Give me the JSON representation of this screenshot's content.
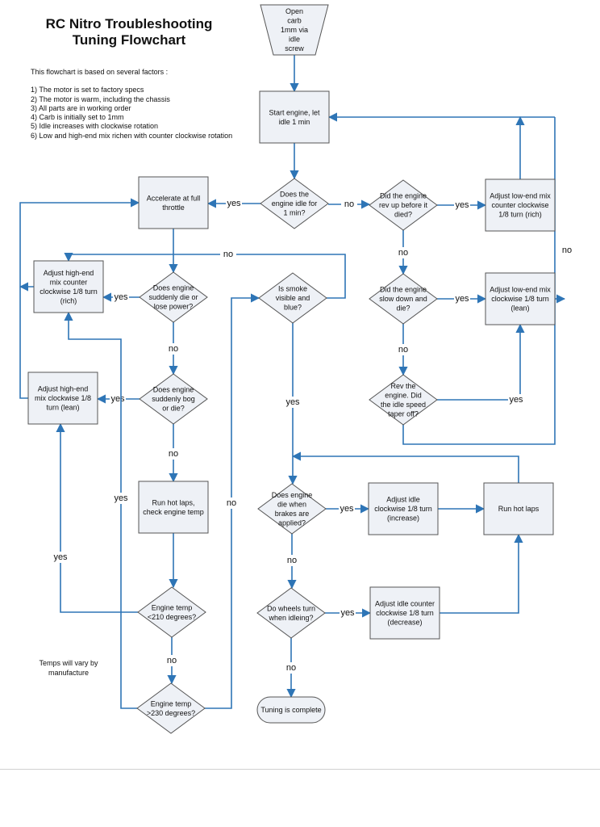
{
  "title": "RC Nitro Troubleshooting Tuning Flowchart",
  "title_lines": [
    "RC Nitro Troubleshooting",
    "Tuning Flowchart"
  ],
  "intro": {
    "lead": "This flowchart is based on several factors :",
    "factors": [
      "1) The motor is set to factory specs",
      "2) The motor is warm, including the chassis",
      "3) All parts are in working order",
      "4) Carb is initially set to 1mm",
      "5) Idle increases with clockwise rotation",
      "6) Low and high-end mix richen with counter clockwise rotation"
    ]
  },
  "note": "Temps will vary by manufacture",
  "colors": {
    "connector": "#2e75b6",
    "node_fill": "#eef1f6",
    "node_border": "#555555"
  },
  "nodes": [
    {
      "id": "open_carb",
      "type": "manual-operation",
      "lines": [
        "Open",
        "carb",
        "1mm via",
        "idle",
        "screw"
      ]
    },
    {
      "id": "start_engine",
      "type": "process",
      "lines": [
        "Start engine, let",
        "idle 1 min"
      ]
    },
    {
      "id": "idle_1min",
      "type": "decision",
      "lines": [
        "Does the",
        "engine idle for",
        "1 min?"
      ]
    },
    {
      "id": "accelerate",
      "type": "process",
      "lines": [
        "Accelerate at full",
        "throttle"
      ]
    },
    {
      "id": "rev_up",
      "type": "decision",
      "lines": [
        "Did the engine",
        "rev up before it",
        "died?"
      ]
    },
    {
      "id": "low_rich",
      "type": "process",
      "lines": [
        "Adjust low-end mix",
        "counter clockwise",
        "1/8 turn (rich)"
      ]
    },
    {
      "id": "slow_die",
      "type": "decision",
      "lines": [
        "Did the engine",
        "slow down and",
        "die?"
      ]
    },
    {
      "id": "low_lean",
      "type": "process",
      "lines": [
        "Adjust low-end mix",
        "clockwise 1/8 turn",
        "(lean)"
      ]
    },
    {
      "id": "rev_taper",
      "type": "decision",
      "lines": [
        "Rev the",
        "engine.  Did",
        "the idle speed",
        "taper off?"
      ]
    },
    {
      "id": "high_rich",
      "type": "process",
      "lines": [
        "Adjust high-end",
        "mix counter",
        "clockwise 1/8 turn",
        "(rich)"
      ]
    },
    {
      "id": "die_power",
      "type": "decision",
      "lines": [
        "Does engine",
        "suddenly die or",
        "lose power?"
      ]
    },
    {
      "id": "smoke",
      "type": "decision",
      "lines": [
        "Is smoke",
        "visible and",
        "blue?"
      ]
    },
    {
      "id": "high_lean",
      "type": "process",
      "lines": [
        "Adjust high-end",
        "mix clockwise 1/8",
        "turn (lean)"
      ]
    },
    {
      "id": "bog",
      "type": "decision",
      "lines": [
        "Does engine",
        "suddenly bog",
        "or die?"
      ]
    },
    {
      "id": "hot_laps_temp",
      "type": "process",
      "lines": [
        "Run hot laps,",
        "check engine temp"
      ]
    },
    {
      "id": "temp_210",
      "type": "decision",
      "lines": [
        "Engine temp",
        "<210 degrees?"
      ]
    },
    {
      "id": "temp_230",
      "type": "decision",
      "lines": [
        "Engine temp",
        ">230 degrees?"
      ]
    },
    {
      "id": "brakes",
      "type": "decision",
      "lines": [
        "Does engine",
        "die when",
        "brakes are",
        "applied?"
      ]
    },
    {
      "id": "idle_inc",
      "type": "process",
      "lines": [
        "Adjust idle",
        "clockwise 1/8 turn",
        "(increase)"
      ]
    },
    {
      "id": "hot_laps",
      "type": "process",
      "lines": [
        "Run hot laps"
      ]
    },
    {
      "id": "wheels",
      "type": "decision",
      "lines": [
        "Do wheels turn",
        "when idleing?"
      ]
    },
    {
      "id": "idle_dec",
      "type": "process",
      "lines": [
        "Adjust idle counter",
        "clockwise 1/8 turn",
        "(decrease)"
      ]
    },
    {
      "id": "complete",
      "type": "terminator",
      "lines": [
        "Tuning is complete"
      ]
    }
  ],
  "edges": [
    {
      "from": "open_carb",
      "to": "start_engine",
      "label": ""
    },
    {
      "from": "start_engine",
      "to": "idle_1min",
      "label": ""
    },
    {
      "from": "idle_1min",
      "to": "accelerate",
      "label": "yes"
    },
    {
      "from": "idle_1min",
      "to": "rev_up",
      "label": "no"
    },
    {
      "from": "rev_up",
      "to": "low_rich",
      "label": "yes"
    },
    {
      "from": "rev_up",
      "to": "slow_die",
      "label": "no"
    },
    {
      "from": "low_rich",
      "to": "start_engine",
      "label": ""
    },
    {
      "from": "slow_die",
      "to": "low_lean",
      "label": "yes"
    },
    {
      "from": "slow_die",
      "to": "rev_taper",
      "label": "no"
    },
    {
      "from": "rev_taper",
      "to": "low_lean",
      "label": "yes"
    },
    {
      "from": "rev_taper",
      "to": "start_engine",
      "label": "no"
    },
    {
      "from": "low_lean",
      "to": "start_engine",
      "label": ""
    },
    {
      "from": "accelerate",
      "to": "die_power",
      "label": ""
    },
    {
      "from": "die_power",
      "to": "high_rich",
      "label": "yes"
    },
    {
      "from": "die_power",
      "to": "bog",
      "label": "no"
    },
    {
      "from": "smoke",
      "to": "high_rich",
      "label": "no"
    },
    {
      "from": "smoke",
      "to": "brakes",
      "label": "yes"
    },
    {
      "from": "bog",
      "to": "high_lean",
      "label": "yes"
    },
    {
      "from": "bog",
      "to": "hot_laps_temp",
      "label": "no"
    },
    {
      "from": "high_lean",
      "to": "accelerate",
      "label": ""
    },
    {
      "from": "high_rich",
      "to": "accelerate",
      "label": ""
    },
    {
      "from": "hot_laps_temp",
      "to": "temp_210",
      "label": ""
    },
    {
      "from": "temp_210",
      "to": "high_lean",
      "label": "yes"
    },
    {
      "from": "temp_210",
      "to": "temp_230",
      "label": "no"
    },
    {
      "from": "temp_230",
      "to": "high_rich",
      "label": "yes"
    },
    {
      "from": "temp_230",
      "to": "smoke",
      "label": "no"
    },
    {
      "from": "brakes",
      "to": "idle_inc",
      "label": "yes"
    },
    {
      "from": "brakes",
      "to": "wheels",
      "label": "no"
    },
    {
      "from": "idle_inc",
      "to": "hot_laps",
      "label": ""
    },
    {
      "from": "hot_laps",
      "to": "brakes",
      "label": ""
    },
    {
      "from": "wheels",
      "to": "idle_dec",
      "label": "yes"
    },
    {
      "from": "wheels",
      "to": "complete",
      "label": "no"
    },
    {
      "from": "idle_dec",
      "to": "hot_laps",
      "label": ""
    }
  ]
}
